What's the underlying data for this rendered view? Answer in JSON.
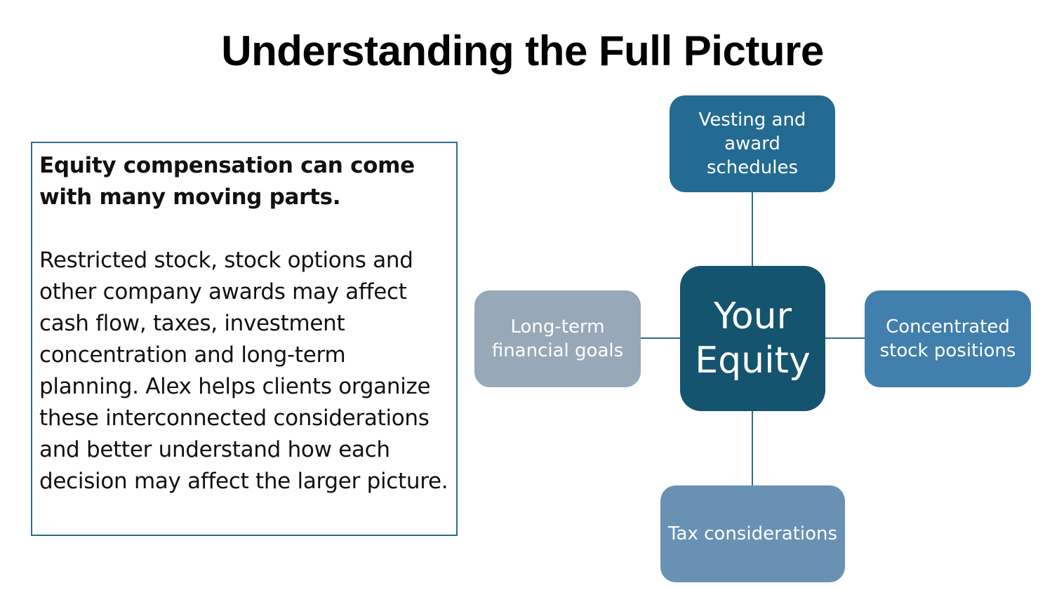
{
  "slide": {
    "title": "Understanding the Full Picture"
  },
  "textbox": {
    "lead": "Equity compensation can come with many moving parts.",
    "body": "Restricted stock, stock options and other company awards may affect cash flow, taxes, investment concentration and long-term planning. Alex helps clients organize these interconnected considerations and better understand how each decision may affect the larger picture."
  },
  "diagram": {
    "center": {
      "label": "Your Equity",
      "color": "#14546f"
    },
    "top": {
      "label": "Vesting and award schedules",
      "color": "#236b93"
    },
    "right": {
      "label": "Concentrated stock positions",
      "color": "#417fad"
    },
    "bottom": {
      "label": "Tax considerations",
      "color": "#6891b4"
    },
    "left": {
      "label": "Long-term financial goals",
      "color": "#97a8b9"
    },
    "connector_color": "#2f6b8f"
  }
}
